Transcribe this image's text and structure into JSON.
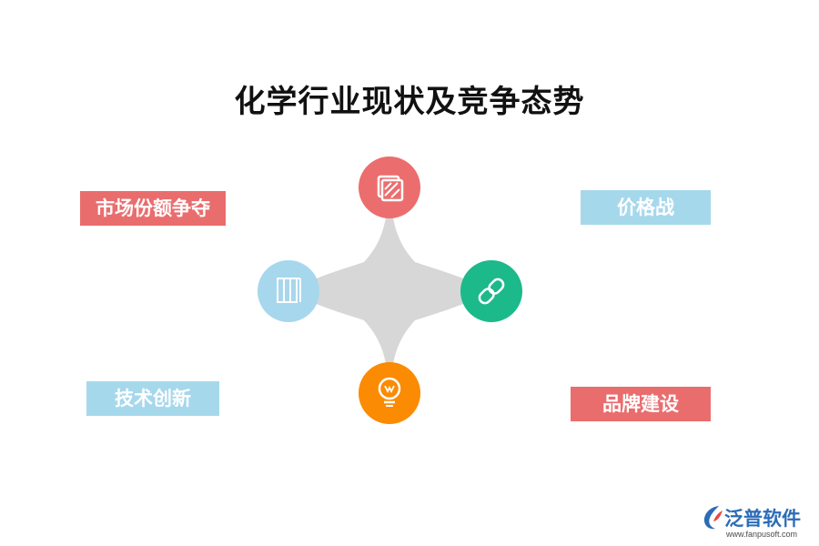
{
  "title": "化学行业现状及竞争态势",
  "labels": {
    "top_left": "市场份额争夺",
    "top_right": "价格战",
    "bottom_left": "技术创新",
    "bottom_right": "品牌建设"
  },
  "nodes": [
    {
      "name": "top",
      "icon": "hatched-square-icon",
      "color": "#ec6d6e"
    },
    {
      "name": "right",
      "icon": "link-icon",
      "color": "#1cb98a"
    },
    {
      "name": "bottom",
      "icon": "lightbulb-icon",
      "color": "#fb8b02"
    },
    {
      "name": "left",
      "icon": "books-icon",
      "color": "#a7d7ec"
    }
  ],
  "colors": {
    "red_label": "#ea6d6e",
    "blue_label": "#a6d8ec",
    "star": "#d7d7d7"
  },
  "logo": {
    "name": "泛普软件",
    "url": "www.fanpusoft.com"
  }
}
